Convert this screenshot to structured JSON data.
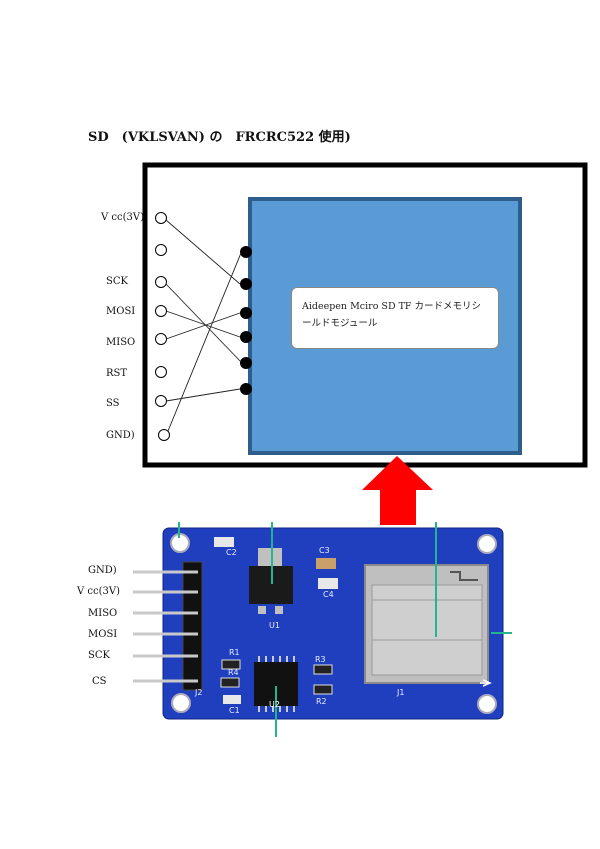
{
  "title": "SD　(VKLSVAN) の　FRCRC522 使用)",
  "top_pin_labels": [
    "V cc(3V)",
    "SCK",
    "MOSI",
    "MISO",
    "RST",
    "SS",
    "GND)"
  ],
  "module_caption": "Aideepen Mciro SD TF カードメモリシールドモジュール",
  "board_pin_labels": [
    "GND)",
    "V cc(3V)",
    "MISO",
    "MOSI",
    "SCK",
    "CS"
  ],
  "silkscreen": {
    "c2": "C2",
    "c3": "C3",
    "c4": "C4",
    "c1": "C1",
    "u1": "U1",
    "r1": "R1",
    "r2": "R2",
    "r3": "R3",
    "r4": "R4",
    "j1": "J1",
    "j2": "J2",
    "u2": "U2"
  },
  "colors": {
    "module_blue": "#5b9bd5",
    "module_border": "#2f5d8c",
    "arrow_red": "#ff0000",
    "board_blue": "#1f3fbf",
    "pointer_teal": "#23b58f"
  }
}
